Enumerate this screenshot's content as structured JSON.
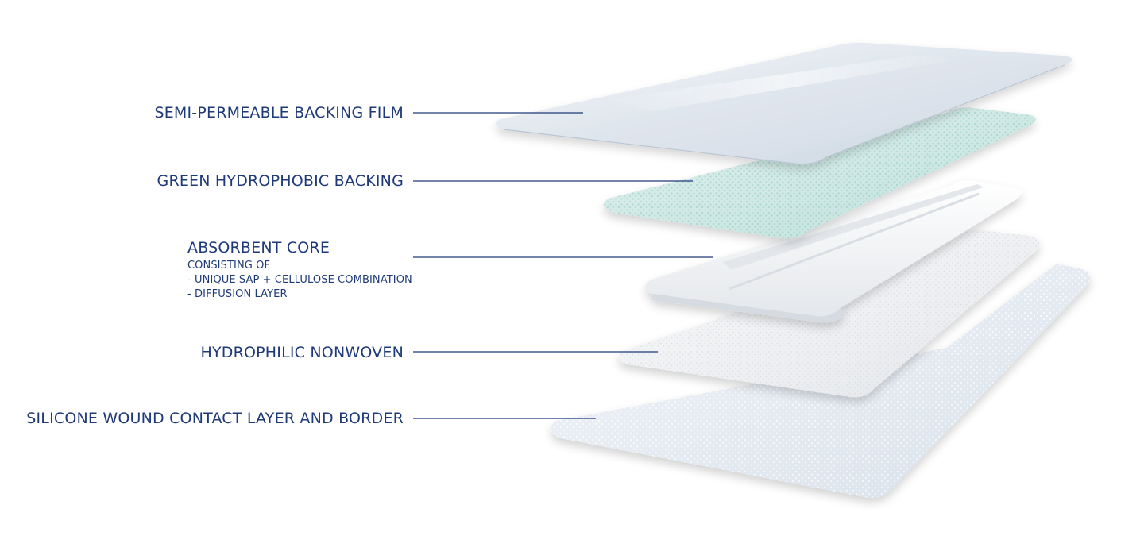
{
  "diagram": {
    "layers": [
      {
        "id": "film",
        "label": "SEMI-PERMEABLE BACKING FILM"
      },
      {
        "id": "green",
        "label": "GREEN HYDROPHOBIC BACKING"
      },
      {
        "id": "core",
        "label": "ABSORBENT CORE",
        "details": [
          "CONSISTING OF",
          "- UNIQUE SAP + CELLULOSE COMBINATION",
          "- DIFFUSION LAYER"
        ]
      },
      {
        "id": "nonwoven",
        "label": "HYDROPHILIC NONWOVEN"
      },
      {
        "id": "silicone",
        "label": "SILICONE WOUND CONTACT LAYER AND BORDER"
      }
    ],
    "colors": {
      "text": "#1f3a78",
      "leader_line": "#1f3a78",
      "film": "#e6ecf3",
      "green_backing": "#cde8e4",
      "core": "#f3f4f6",
      "nonwoven": "#f4f5f7",
      "silicone": "#e8eef5"
    }
  }
}
